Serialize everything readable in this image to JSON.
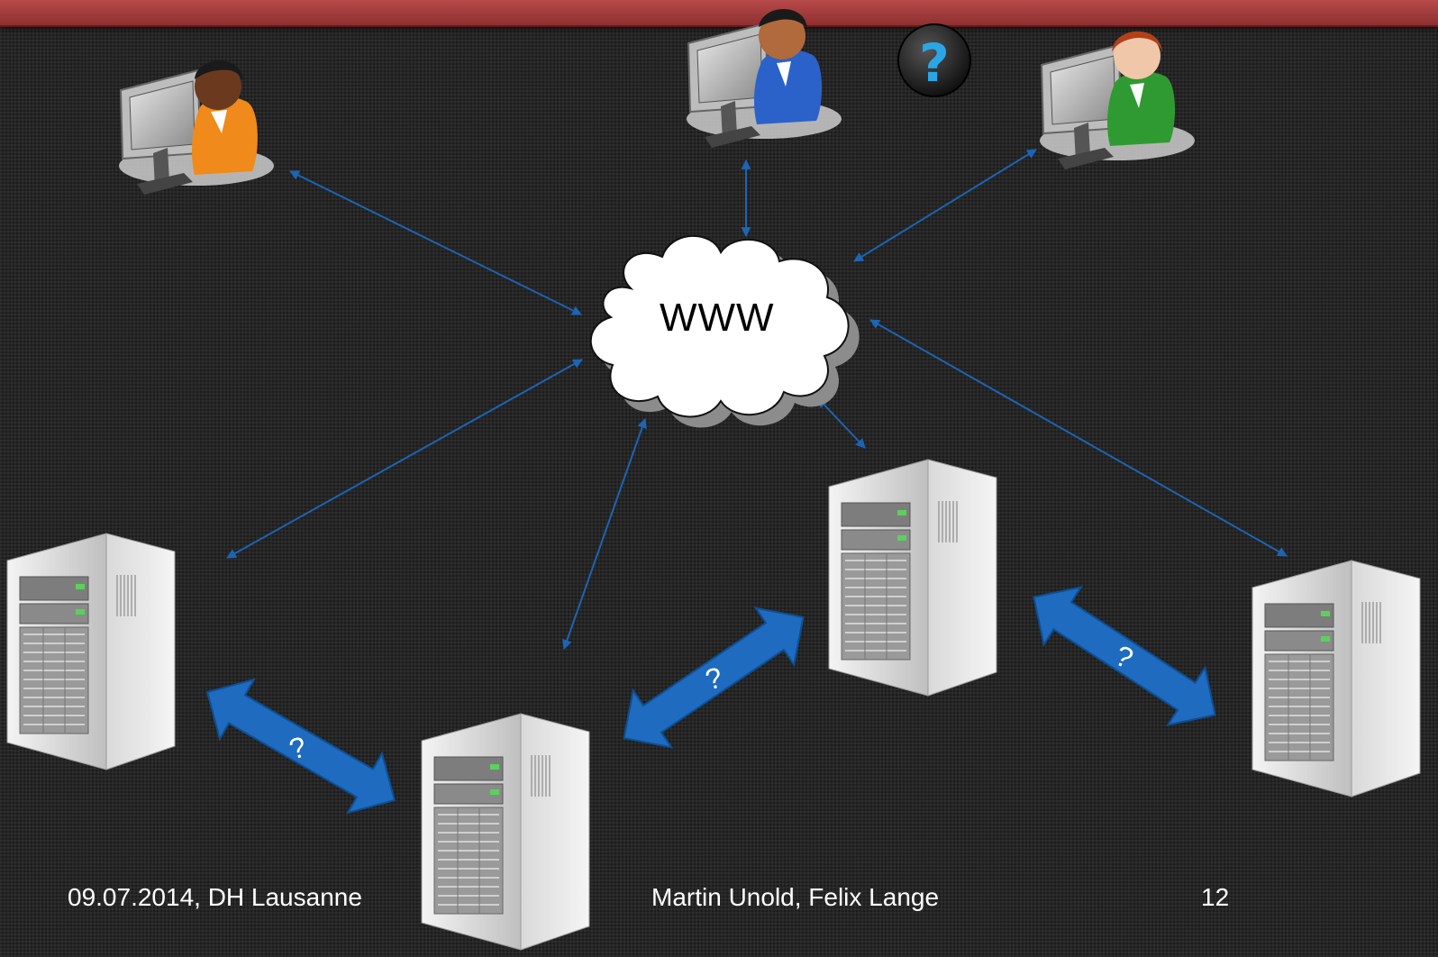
{
  "cloud": {
    "label": "WWW"
  },
  "footer": {
    "date_event": "09.07.2014, DH Lausanne",
    "authors": "Martin Unold, Felix Lange",
    "page_number": "12"
  },
  "connections": {
    "question_mark": "?"
  },
  "icons": {
    "users": [
      "user-orange-icon",
      "user-blue-icon",
      "user-green-icon"
    ],
    "servers": [
      "server-icon",
      "server-icon",
      "server-icon",
      "server-icon"
    ],
    "help": "question-mark-icon",
    "cloud": "cloud-icon"
  },
  "colors": {
    "arrow": "#1e6bbf",
    "link_arrow": "#1c64b4",
    "header": "#a33b3b",
    "background": "#262626"
  }
}
